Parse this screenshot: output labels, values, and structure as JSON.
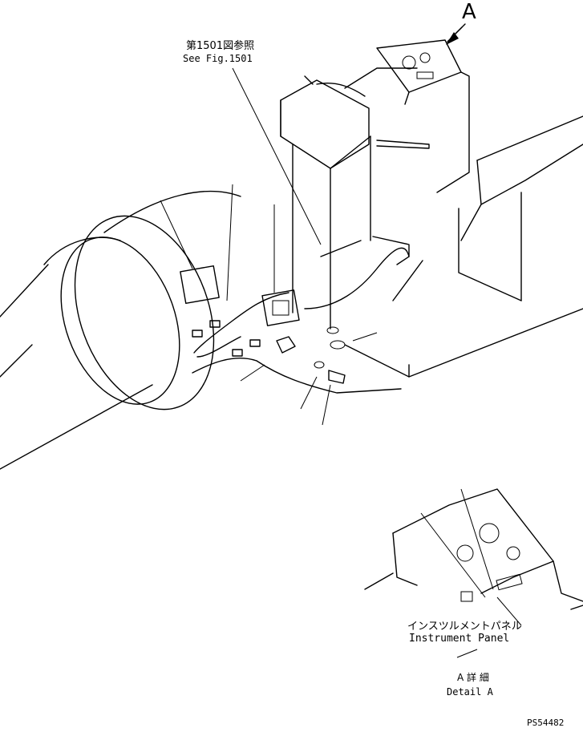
{
  "diagram": {
    "view_marker": "A",
    "ref_label_jp": "第1501図参照",
    "ref_label_en": "See Fig.1501",
    "panel_label_jp": "インスツルメントパネル",
    "panel_label_en": "Instrument Panel",
    "detail_label_jp": "A 詳 細",
    "detail_label_en": "Detail A",
    "drawing_number": "PS54482"
  }
}
